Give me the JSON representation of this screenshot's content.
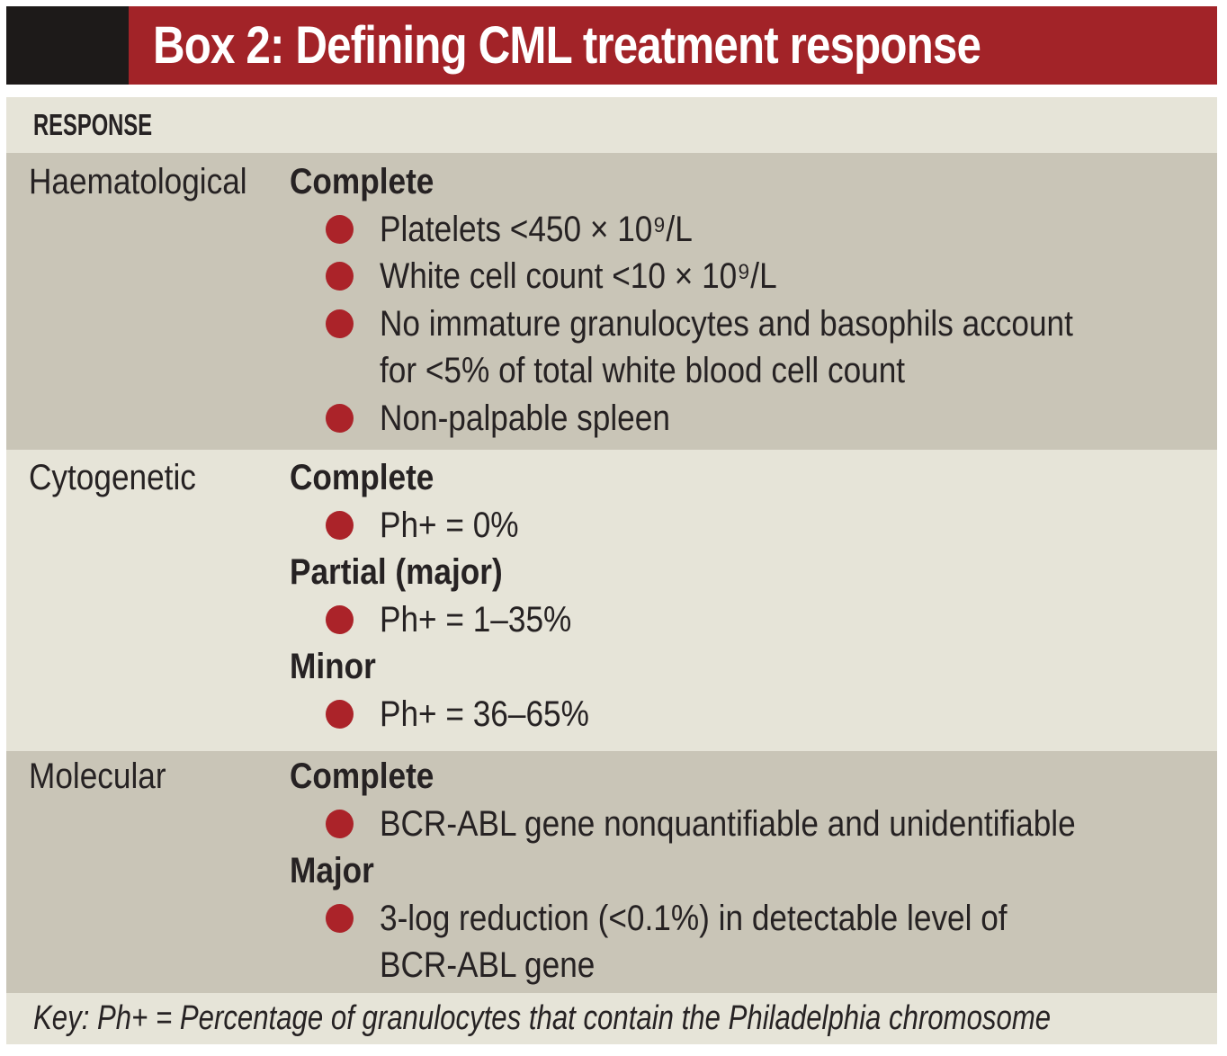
{
  "header": {
    "box_title": "Box 2: Defining CML treatment response"
  },
  "table": {
    "column_header": "RESPONSE",
    "sections": [
      {
        "label": "Haematological",
        "entries": [
          {
            "type": "heading",
            "text": "Complete"
          },
          {
            "type": "bullet",
            "text": "Platelets <450 × 10⁹/L"
          },
          {
            "type": "bullet",
            "text": "White cell count <10 × 10⁹/L"
          },
          {
            "type": "bullet",
            "text": "No immature granulocytes and basophils account\nfor <5% of total white blood cell count"
          },
          {
            "type": "bullet",
            "text": "Non-palpable spleen"
          }
        ]
      },
      {
        "label": "Cytogenetic",
        "entries": [
          {
            "type": "heading",
            "text": "Complete"
          },
          {
            "type": "bullet",
            "text": "Ph+ = 0%"
          },
          {
            "type": "heading",
            "text": "Partial (major)"
          },
          {
            "type": "bullet",
            "text": "Ph+ = 1–35%"
          },
          {
            "type": "heading",
            "text": "Minor"
          },
          {
            "type": "bullet",
            "text": "Ph+ = 36–65%"
          }
        ]
      },
      {
        "label": "Molecular",
        "entries": [
          {
            "type": "heading",
            "text": "Complete"
          },
          {
            "type": "bullet",
            "text": "BCR-ABL gene nonquantifiable and unidentifiable"
          },
          {
            "type": "heading",
            "text": "Major"
          },
          {
            "type": "bullet",
            "text": "3-log reduction (<0.1%) in detectable level of\nBCR-ABL gene"
          }
        ]
      }
    ],
    "key": "Key: Ph+ = Percentage of granulocytes that contain the Philadelphia chromosome"
  },
  "colors": {
    "banner_red": "#a22328",
    "bullet_red": "#ab2329",
    "black_block": "#1d1a19",
    "band_light": "#e6e4d8",
    "band_dark": "#c9c5b7",
    "text": "#262223"
  }
}
